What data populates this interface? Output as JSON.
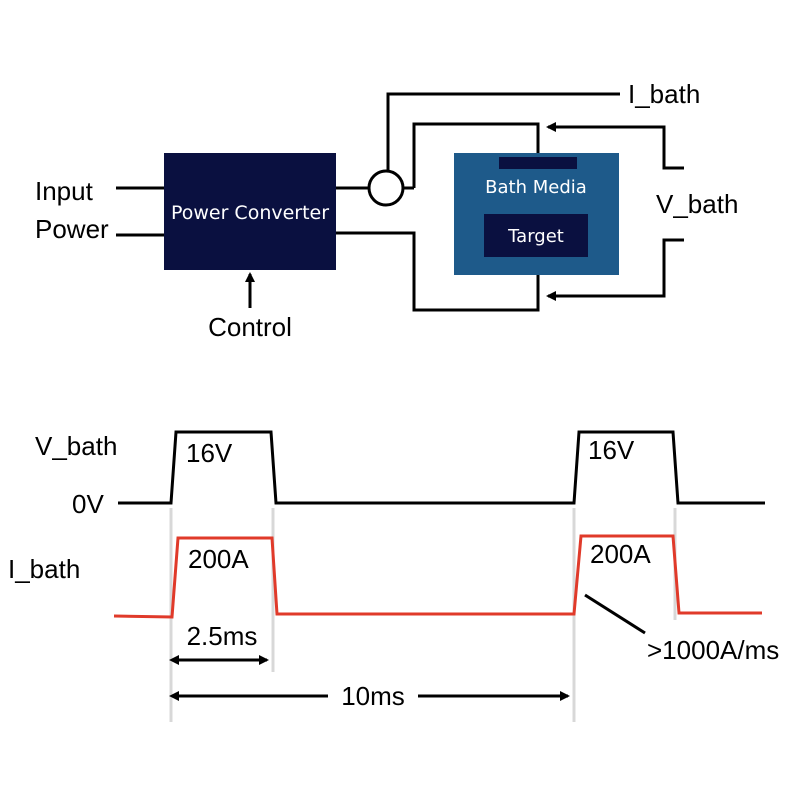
{
  "colors": {
    "converter_fill": "#0a1040",
    "bath_fill": "#1e5a8a",
    "inner_fill": "#0a1040",
    "voltage_trace": "#000000",
    "current_trace": "#e03a2a",
    "guide_lines": "#d8d8d8"
  },
  "circuit": {
    "input_label": "Input",
    "power_label": "Power",
    "converter_label": "Power Converter",
    "control_label": "Control",
    "ibath_label": "I_bath",
    "bath_media_label": "Bath Media",
    "target_label": "Target",
    "vbath_label": "V_bath"
  },
  "timing": {
    "vbath_label": "V_bath",
    "zero_label": "0V",
    "ibath_label": "I_bath",
    "pulse1_voltage": "16V",
    "pulse2_voltage": "16V",
    "pulse1_current": "200A",
    "pulse2_current": "200A",
    "width_label": "2.5ms",
    "period_label": "10ms",
    "slew_label": ">1000A/ms"
  }
}
